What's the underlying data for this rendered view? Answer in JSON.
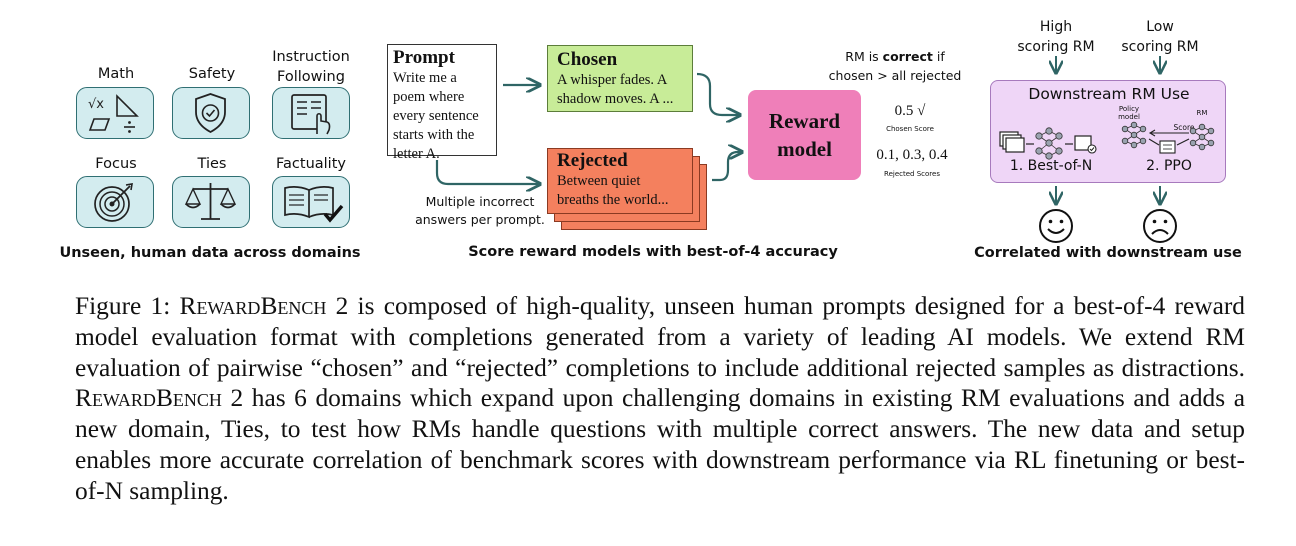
{
  "panel_left": {
    "domains": [
      {
        "label": "Math",
        "icon": "math-icon"
      },
      {
        "label": "Safety",
        "icon": "shield-icon"
      },
      {
        "label": "Instruction Following",
        "label_line1": "Instruction",
        "label_line2": "Following",
        "icon": "document-hand-icon"
      },
      {
        "label": "Focus",
        "icon": "target-icon"
      },
      {
        "label": "Ties",
        "icon": "scales-icon"
      },
      {
        "label": "Factuality",
        "icon": "book-check-icon"
      }
    ],
    "caption": "Unseen, human data across  domains"
  },
  "panel_middle": {
    "prompt": {
      "title": "Prompt",
      "text": "Write me a poem where every sentence starts with the letter A."
    },
    "chosen": {
      "title": "Chosen",
      "text": "A whisper fades. A shadow moves. A ..."
    },
    "rejected": {
      "title": "Rejected",
      "text": "Between quiet breaths the world..."
    },
    "multi_note_line1": "Multiple incorrect",
    "multi_note_line2": "answers per prompt.",
    "reward_model_line1": "Reward",
    "reward_model_line2": "model",
    "rule_prefix": "RM is ",
    "rule_bold": "correct",
    "rule_suffix": " if",
    "rule_line2": "chosen > all rejected",
    "chosen_score": "0.5 √",
    "chosen_score_label": "Chosen Score",
    "rejected_scores": "0.1, 0.3, 0.4",
    "rejected_scores_label": "Rejected Scores",
    "caption": "Score reward models with best-of-4 accuracy"
  },
  "panel_right": {
    "high_line1": "High",
    "high_line2": "scoring RM",
    "low_line1": "Low",
    "low_line2": "scoring RM",
    "box_title": "Downstream RM Use",
    "policy_line1": "Policy",
    "policy_line2": "model",
    "score_label": "Score",
    "rm_label": "RM",
    "method1": "1. Best-of-N",
    "method2": "2. PPO",
    "caption": "Correlated with downstream use"
  },
  "figure_caption": {
    "label": "Figure 1: ",
    "name_part1_cap": "R",
    "name_part1_rest": "eward",
    "name_part2_cap": "B",
    "name_part2_rest": "ench",
    "text1": " 2 is composed of high-quality, unseen human prompts designed for a best-of-4 reward model evaluation format with completions generated from a variety of leading AI models. We extend RM evaluation of pairwise “chosen” and “rejected” completions to include additional rejected samples as distractions. ",
    "text2": " 2 has 6 domains which expand upon challenging domains in existing RM evaluations and adds a new domain, Ties, to test how RMs handle questions with multiple correct answers. The new data and setup enables more accurate correlation of benchmark scores with downstream performance via RL finetuning or best-of-N sampling."
  },
  "colors": {
    "tile_fill": "#d3ecef",
    "tile_stroke": "#2f6f73",
    "chosen_fill": "#c8ec98",
    "rejected_fill": "#f4805e",
    "reward_model_fill": "#ef7fb9",
    "downstream_fill": "#efd6f7",
    "arrow": "#2f6565"
  }
}
